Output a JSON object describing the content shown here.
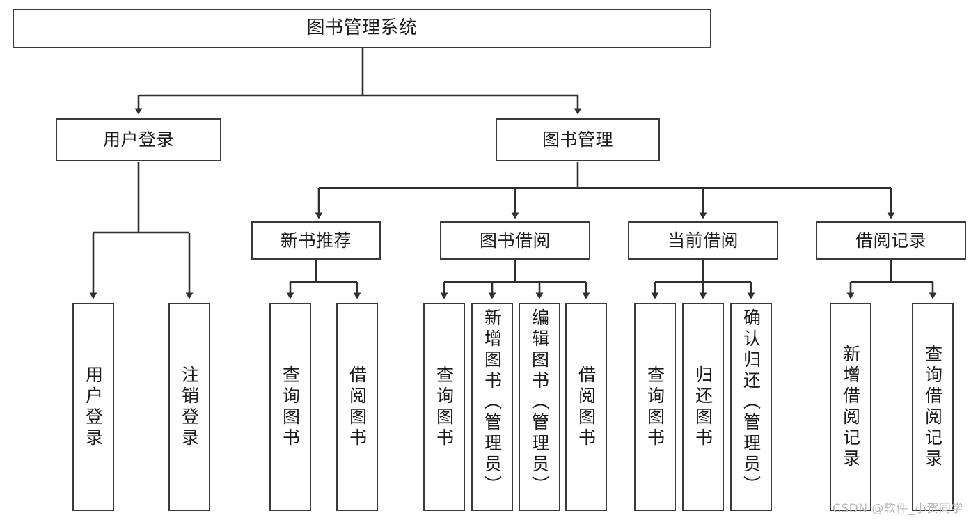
{
  "diagram": {
    "type": "tree-hierarchy",
    "title": "图书管理系统",
    "colors": {
      "box_border": "#3a3a3a",
      "box_fill": "#ffffff",
      "connector": "#2f2f2f",
      "text": "#1b1b1b",
      "watermark": "#b9b9b9",
      "background": "#ffffff"
    },
    "nodes": {
      "root": {
        "label": "图书管理系统"
      },
      "level1": [
        {
          "id": "user-login",
          "label": "用户登录"
        },
        {
          "id": "book-manage",
          "label": "图书管理"
        }
      ],
      "level2": [
        {
          "id": "new-book-recommend",
          "label": "新书推荐"
        },
        {
          "id": "book-borrow",
          "label": "图书借阅"
        },
        {
          "id": "current-borrow",
          "label": "当前借阅"
        },
        {
          "id": "borrow-record",
          "label": "借阅记录"
        }
      ],
      "leaves": {
        "user-login": [
          {
            "id": "leaf-user-login",
            "label": "用户登录"
          },
          {
            "id": "leaf-logout-login",
            "label": "注销登录"
          }
        ],
        "new-book-recommend": [
          {
            "id": "leaf-query-book-1",
            "label": "查询图书"
          },
          {
            "id": "leaf-borrow-book-1",
            "label": "借阅图书"
          }
        ],
        "book-borrow": [
          {
            "id": "leaf-query-book-2",
            "label": "查询图书"
          },
          {
            "id": "leaf-add-book",
            "label": "新增图书（管理员）"
          },
          {
            "id": "leaf-edit-book",
            "label": "编辑图书（管理员）"
          },
          {
            "id": "leaf-borrow-book-2",
            "label": "借阅图书"
          }
        ],
        "current-borrow": [
          {
            "id": "leaf-query-book-3",
            "label": "查询图书"
          },
          {
            "id": "leaf-return-book",
            "label": "归还图书"
          },
          {
            "id": "leaf-confirm-return",
            "label": "确认归还（管理员）"
          }
        ],
        "borrow-record": [
          {
            "id": "leaf-add-record",
            "label": "新增借阅记录"
          },
          {
            "id": "leaf-query-record",
            "label": "查询借阅记录"
          }
        ]
      }
    },
    "watermark": "CSDN @软件_小贺同学"
  }
}
